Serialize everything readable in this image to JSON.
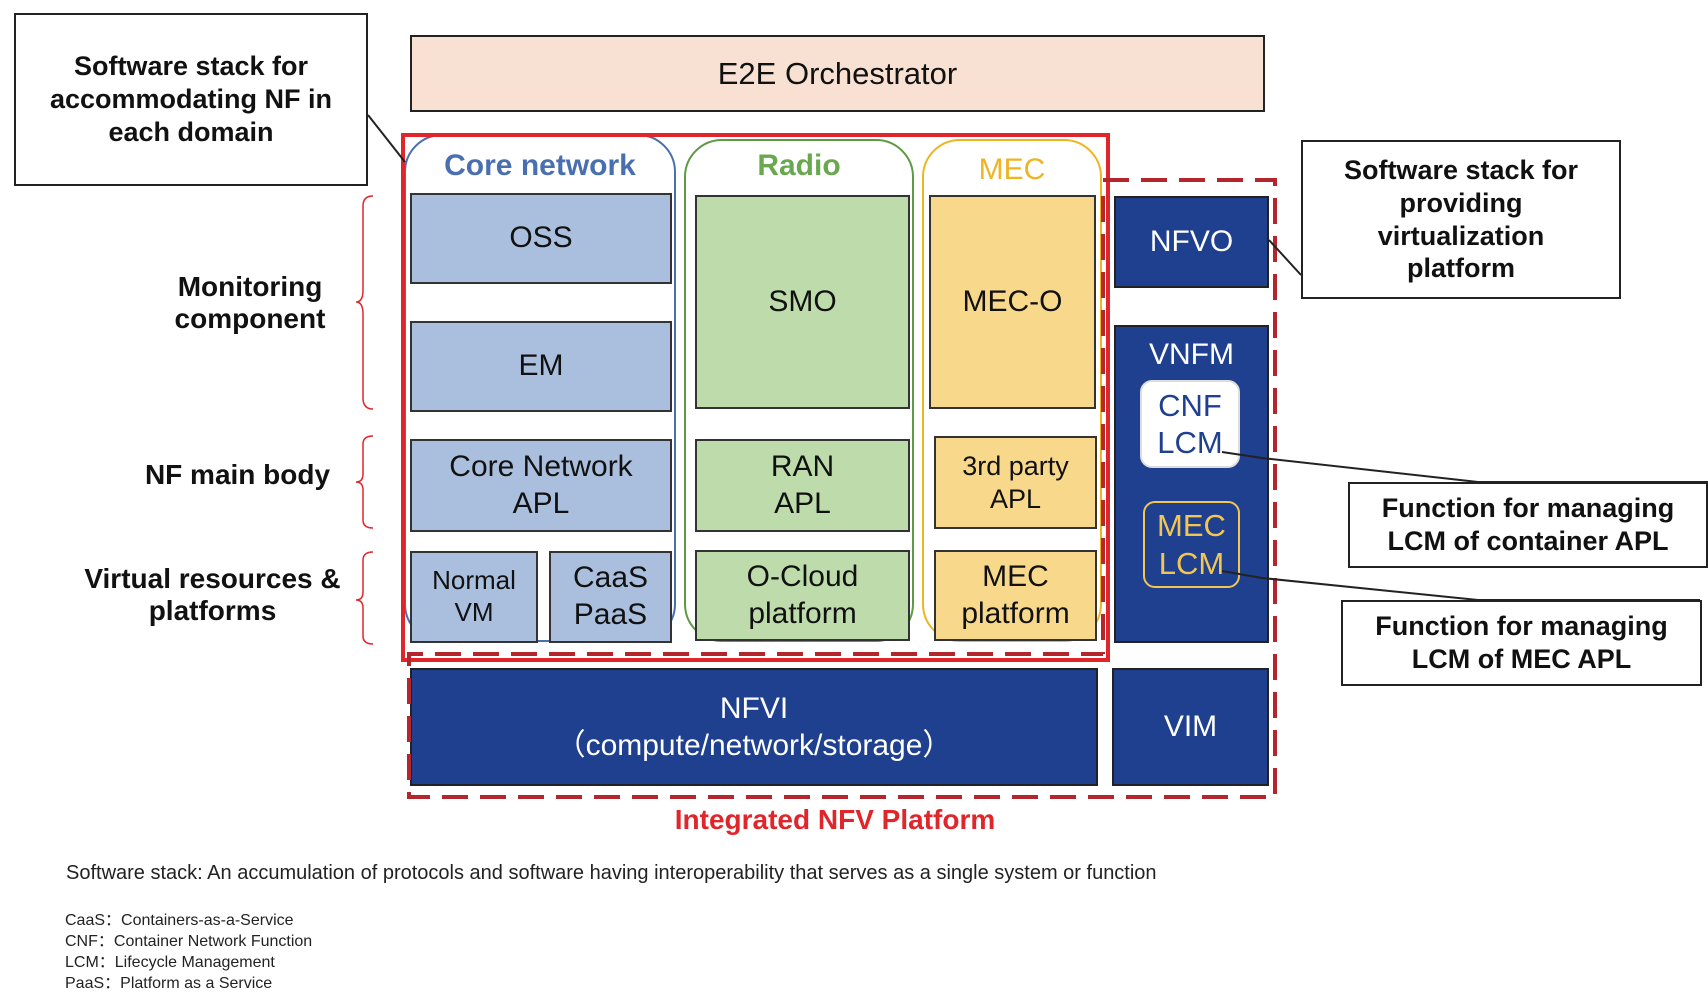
{
  "orchestrator": {
    "label": "E2E Orchestrator"
  },
  "callouts": {
    "nf_stack": "Software stack for accommodating NF in each domain",
    "virt_stack": "Software stack for providing virtualization platform",
    "container_lcm": "Function for managing LCM of container APL",
    "mec_lcm": "Function for managing LCM of MEC APL"
  },
  "side_labels": {
    "monitoring": "Monitoring component",
    "nf_main": "NF main body",
    "virtual": "Virtual resources & platforms"
  },
  "domains": {
    "core": {
      "title": "Core network",
      "oss": "OSS",
      "em": "EM",
      "apl_line1": "Core Network",
      "apl_line2": "APL",
      "vm_line1": "Normal",
      "vm_line2": "VM",
      "caas_line1": "CaaS",
      "caas_line2": "PaaS"
    },
    "radio": {
      "title": "Radio",
      "smo": "SMO",
      "apl_line1": "RAN",
      "apl_line2": "APL",
      "platform_line1": "O-Cloud",
      "platform_line2": "platform"
    },
    "mec": {
      "title": "MEC",
      "meco": "MEC-O",
      "apl_line1": "3rd party",
      "apl_line2": "APL",
      "platform_line1": "MEC",
      "platform_line2": "platform"
    }
  },
  "nfv": {
    "nfvo": "NFVO",
    "vnfm": "VNFM",
    "cnf_lcm_line1": "CNF",
    "cnf_lcm_line2": "LCM",
    "mec_lcm_line1": "MEC",
    "mec_lcm_line2": "LCM",
    "nfvi_line1": "NFVI",
    "nfvi_line2": "（compute/network/storage）",
    "vim": "VIM",
    "platform_title": "Integrated NFV Platform"
  },
  "footnote": "Software stack: An accumulation of protocols and software having interoperability that serves as a single system or function",
  "abbreviations": [
    "CaaS：Containers-as-a-Service",
    "CNF：Container Network Function",
    "LCM：Lifecycle Management",
    "PaaS：Platform as a Service"
  ],
  "colors": {
    "core_fill": "#aabfdd",
    "radio_fill": "#bedcab",
    "mec_fill": "#f8d98b",
    "navy": "#1f3f8f",
    "orchestrator_fill": "#f8e1d3",
    "red_outline": "#e0262b",
    "dashed_outline": "#b3262b",
    "core_title": "#4a6fb0",
    "radio_title": "#6aa84f",
    "mec_title": "#eeb521"
  }
}
